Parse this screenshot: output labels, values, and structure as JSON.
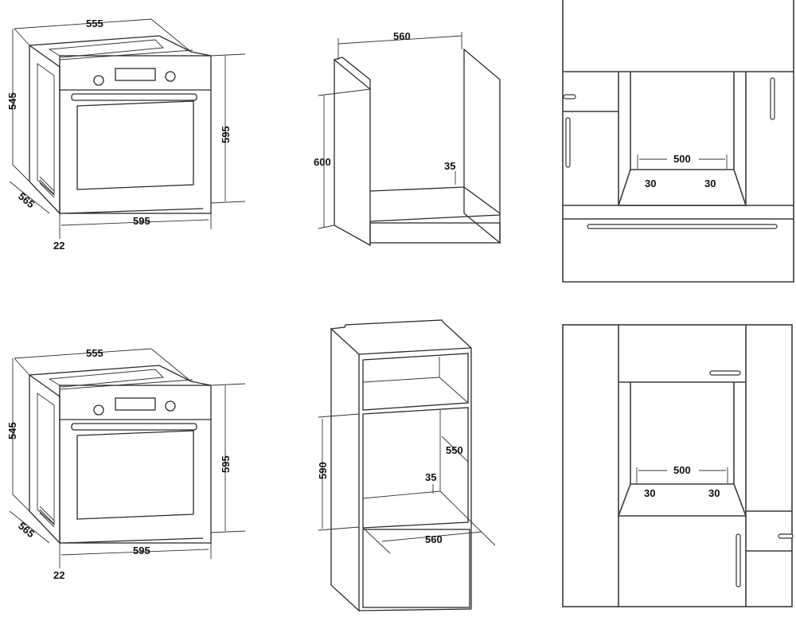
{
  "oven_top": {
    "width": "555",
    "height": "545",
    "front_height": "595",
    "depth": "565",
    "front_width": "595",
    "door_offset": "22"
  },
  "oven_bottom": {
    "width": "555",
    "height": "545",
    "front_height": "595",
    "depth": "565",
    "front_width": "595",
    "door_offset": "22"
  },
  "cabinet_under_counter": {
    "width": "560",
    "height": "600",
    "gap": "35"
  },
  "cabinet_tall": {
    "height": "590",
    "depth": "550",
    "gap": "35",
    "width": "560"
  },
  "front_view_top": {
    "opening": "500",
    "left_gap": "30",
    "right_gap": "30"
  },
  "front_view_bottom": {
    "opening": "500",
    "left_gap": "30",
    "right_gap": "30"
  }
}
